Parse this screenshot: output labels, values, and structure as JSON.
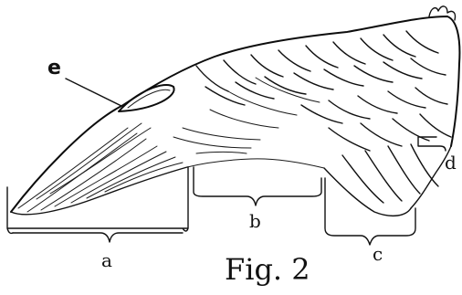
{
  "figure": {
    "caption": "Fig. 2",
    "labels": {
      "a": "a",
      "b": "b",
      "c": "c",
      "d": "d",
      "e": "e"
    }
  }
}
